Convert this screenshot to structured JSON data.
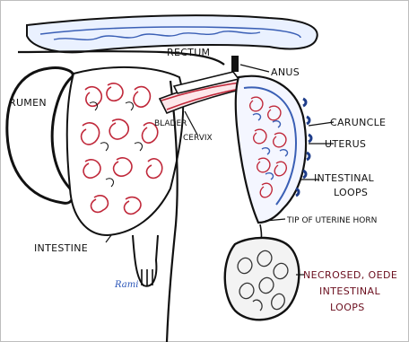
{
  "diagram": {
    "labels": {
      "rectum": "RECTUM",
      "anus": "ANUS",
      "rumen": "RUMEN",
      "bladder": "BLADER",
      "cervix": "CERVIX",
      "caruncle": "CARUNCLE",
      "uterus": "UTERUS",
      "intestinal_loops_1": "INTESTINAL",
      "intestinal_loops_2": "LOOPS",
      "tip_of_horn": "TIP OF UTERINE HORN",
      "intestine": "INTESTINE",
      "necrosed_1": "NECROSED, OEDE",
      "necrosed_2": "INTESTINAL",
      "necrosed_3": "LOOPS"
    },
    "signature": "Rami",
    "colors": {
      "outline": "#111111",
      "intestine_red": "#c0283a",
      "uterus_blue": "#3a5fb5",
      "label_red": "#6b0e1e"
    }
  }
}
